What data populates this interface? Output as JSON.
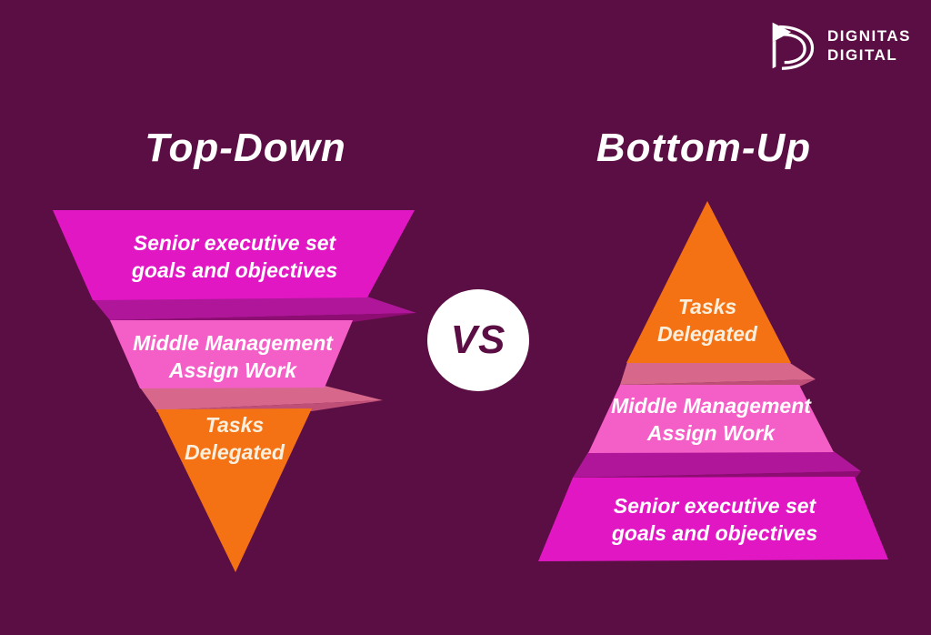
{
  "logo": {
    "brand_line1": "DIGNITAS",
    "brand_line2": "DIGITAL"
  },
  "comparison": {
    "vs_label": "VS",
    "left": {
      "title": "Top-Down",
      "layers": [
        {
          "line1": "Senior executive set",
          "line2": "goals and objectives"
        },
        {
          "line1": "Middle Management",
          "line2": "Assign Work"
        },
        {
          "line1": "Tasks",
          "line2": "Delegated"
        }
      ]
    },
    "right": {
      "title": "Bottom-Up",
      "layers": [
        {
          "line1": "Tasks",
          "line2": "Delegated"
        },
        {
          "line1": "Middle Management",
          "line2": "Assign Work"
        },
        {
          "line1": "Senior executive set",
          "line2": "goals and objectives"
        }
      ]
    }
  },
  "colors": {
    "background": "#5b0e43",
    "magenta": "#e117c4",
    "pink": "#f45fc7",
    "orange": "#f57214",
    "fold_magenta_mid": "#b0169a",
    "fold_magenta_dark": "#8e0d73",
    "fold_rose_mid": "#d7688c",
    "fold_rose_dark": "#c04f78",
    "white": "#ffffff",
    "cream_text": "#f9efdc",
    "vs_text": "#5b0e43"
  }
}
